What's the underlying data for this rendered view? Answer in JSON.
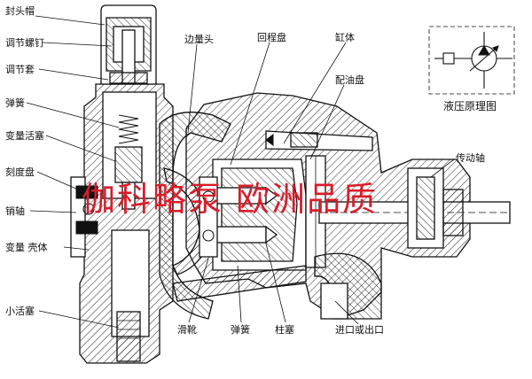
{
  "labels": {
    "end_cap": "封头帽",
    "adjust_screw": "调节螺钉",
    "adjust_sleeve": "调节套",
    "spring_top": "弹簧",
    "variable_piston": "变量活塞",
    "dial": "刻度盘",
    "pin_shaft": "销轴",
    "variable_housing": "变量  壳体",
    "small_piston": "小活塞",
    "variable_head": "边量头",
    "return_plate": "回程盘",
    "cylinder": "缸体",
    "oil_plate": "配油盘",
    "drive_shaft": "传动轴",
    "slipper": "滑靴",
    "spring_bottom": "弹簧",
    "plunger": "柱塞",
    "port": "进口或出口",
    "hydraulic_principle": "液压原理图"
  },
  "watermark": "伽科略泵  欧洲品质",
  "colors": {
    "watermark": "#d81d2a",
    "line": "#111111",
    "background": "#ffffff"
  }
}
